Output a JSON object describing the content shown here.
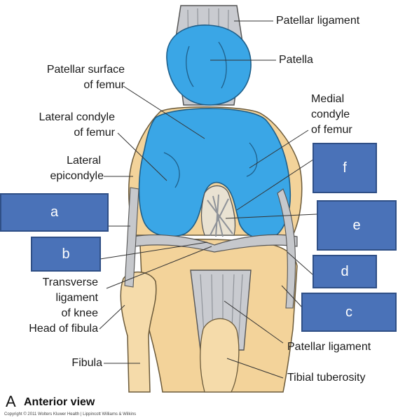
{
  "labels": {
    "patellar_ligament_top": "Patellar ligament",
    "patella": "Patella",
    "patellar_surface_1": "Patellar surface",
    "patellar_surface_2": "of femur",
    "lateral_condyle_1": "Lateral condyle",
    "lateral_condyle_2": "of femur",
    "medial_condyle_1": "Medial",
    "medial_condyle_2": "condyle",
    "medial_condyle_3": "of femur",
    "lateral_epicondyle_1": "Lateral",
    "lateral_epicondyle_2": "epicondyle",
    "transverse_1": "Transverse",
    "transverse_2": "ligament",
    "transverse_3": "of knee",
    "head_of_fibula": "Head of fibula",
    "fibula": "Fibula",
    "patellar_ligament_bottom": "Patellar ligament",
    "tibial_tuberosity": "Tibial tuberosity"
  },
  "answer_boxes": {
    "a": "a",
    "b": "b",
    "c": "c",
    "d": "d",
    "e": "e",
    "f": "f"
  },
  "caption": {
    "letter": "A",
    "view": "Anterior view"
  },
  "copyright": "Copyright © 2011 Wolters Kluwer Health | Lippincott Williams & Wilkins",
  "colors": {
    "cartilage": "#3aa6e6",
    "bone": "#f3d39a",
    "ligament": "#b9bcc2",
    "box": "#4a72b8"
  }
}
